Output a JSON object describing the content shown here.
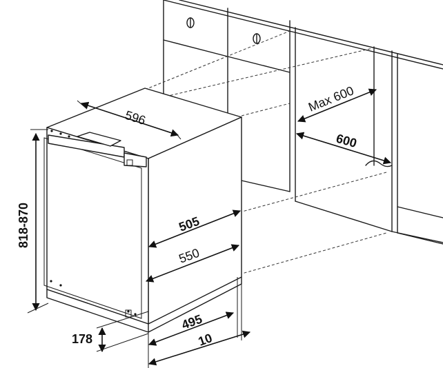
{
  "dimensions": {
    "width_top": "596",
    "height_range": "818-870",
    "max_depth": "Max 600",
    "niche_width": "600",
    "depth_body": "505",
    "depth_total": "550",
    "plinth_depth": "495",
    "plinth_offset": "10",
    "plinth_height": "178"
  }
}
